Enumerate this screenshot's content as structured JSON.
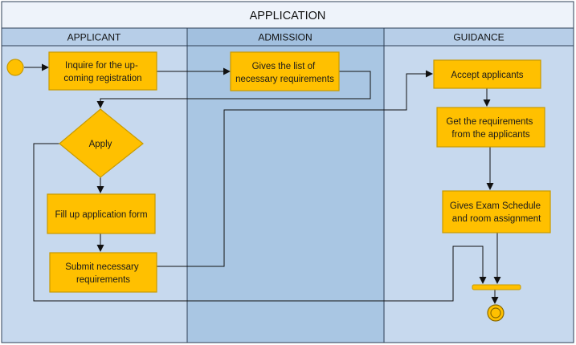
{
  "diagram": {
    "title": "APPLICATION",
    "lanes": [
      {
        "id": "applicant",
        "label": "APPLICANT"
      },
      {
        "id": "admission",
        "label": "ADMISSION"
      },
      {
        "id": "guidance",
        "label": "GUIDANCE"
      }
    ],
    "nodes": {
      "inquire": {
        "lines": [
          "Inquire for the up-",
          "coming registration"
        ]
      },
      "gives_list": {
        "lines": [
          "Gives the list of",
          "necessary requirements"
        ]
      },
      "apply": {
        "lines": [
          "Apply"
        ]
      },
      "fill_form": {
        "lines": [
          "Fill up application form"
        ]
      },
      "submit": {
        "lines": [
          "Submit necessary",
          "requirements"
        ]
      },
      "accept": {
        "lines": [
          "Accept applicants"
        ]
      },
      "get_requirements": {
        "lines": [
          "Get the requirements",
          "from the applicants"
        ]
      },
      "exam_schedule": {
        "lines": [
          "Gives Exam Schedule",
          "and room assignment"
        ]
      }
    },
    "colors": {
      "node_fill": "#FFC000",
      "node_stroke": "#C79A00",
      "lane_fill": "#C7D9EE",
      "middle_lane_fill": "#A9C6E3",
      "header_fill": "#B7CEE8",
      "title_fill": "#EEF3FA",
      "border": "#2E3F55"
    }
  }
}
